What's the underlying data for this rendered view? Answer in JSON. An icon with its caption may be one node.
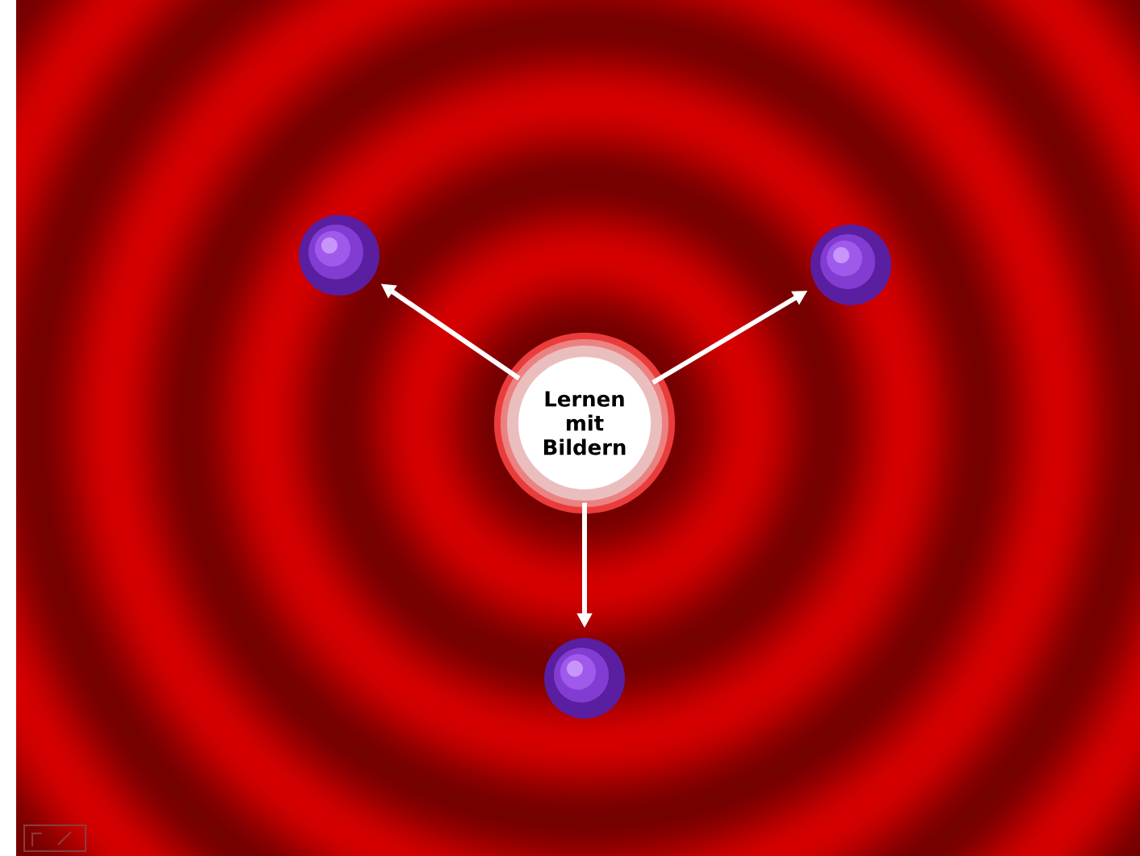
{
  "diagram": {
    "nodes": [
      {
        "text": [
          "Lernen mit Bildern"
        ]
      },
      {
        "text": [],
        "shape": "circle"
      },
      {
        "text": [],
        "shape": "circle"
      },
      {
        "text": [],
        "shape": "circle"
      }
    ],
    "edges": [
      {
        "from": 0,
        "to": 1,
        "arrow": "to"
      },
      {
        "from": 0,
        "to": 2,
        "arrow": "to"
      },
      {
        "from": 0,
        "to": 3,
        "arrow": "to"
      }
    ]
  }
}
